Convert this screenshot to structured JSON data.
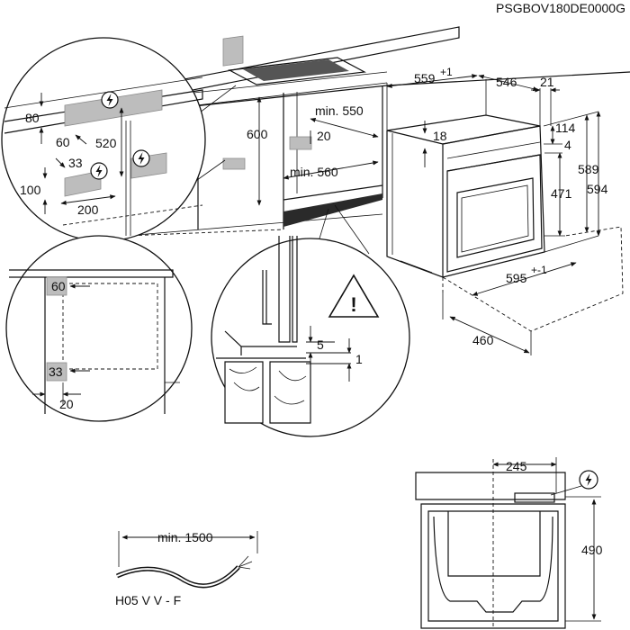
{
  "doc_code": "PSGBOV180DE0000G",
  "cabinet": {
    "dim_600": "600",
    "dim_min550": "min. 550",
    "dim_20": "20",
    "dim_min560": "min. 560"
  },
  "oven": {
    "dim_559": "559",
    "dim_559_tol": "+1",
    "dim_546": "546",
    "dim_21": "21",
    "dim_18": "18",
    "dim_114": "114",
    "dim_4": "4",
    "dim_471": "471",
    "dim_589": "589",
    "dim_594": "594",
    "dim_595": "595",
    "dim_595_tol": "+-1",
    "dim_460": "460"
  },
  "detail_socket": {
    "dim_80": "80",
    "dim_60": "60",
    "dim_520": "520",
    "dim_33": "33",
    "dim_100": "100",
    "dim_200": "200"
  },
  "detail_panel": {
    "dim_60": "60",
    "dim_33": "33",
    "dim_20": "20"
  },
  "detail_gap": {
    "dim_5": "5",
    "dim_1": "1",
    "warning_mark": "!"
  },
  "rear_view": {
    "dim_245": "245",
    "dim_490": "490"
  },
  "cable": {
    "dim_min1500": "min. 1500",
    "cable_type": "H05 V V - F"
  }
}
